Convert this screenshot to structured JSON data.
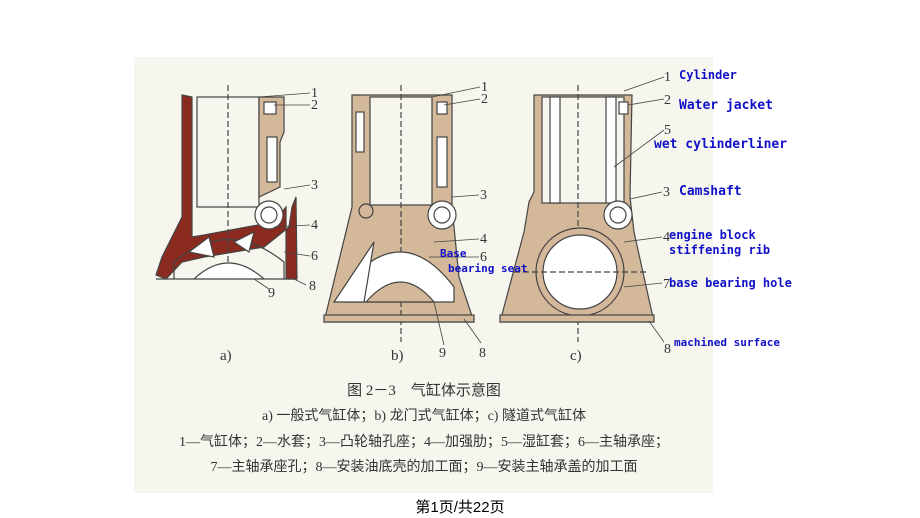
{
  "figure": {
    "caption_title": "图 2－3　气缸体示意图",
    "caption_sub": "a) 一般式气缸体；b) 龙门式气缸体；c) 隧道式气缸体",
    "legend_line1": "1—气缸体；2—水套；3—凸轮轴孔座；4—加强肋；5—湿缸套；6—主轴承座；",
    "legend_line2": "7—主轴承座孔；8—安装油底壳的加工面；9—安装主轴承盖的加工面",
    "panel_labels": [
      "a)",
      "b)",
      "c)"
    ],
    "numbers_a": [
      "1",
      "2",
      "3",
      "4",
      "6",
      "8",
      "9"
    ],
    "numbers_b": [
      "1",
      "2",
      "3",
      "4",
      "6",
      "9",
      "8"
    ],
    "numbers_c": [
      "1",
      "2",
      "5",
      "3",
      "4",
      "7",
      "8"
    ]
  },
  "callouts": {
    "cylinder": "Cylinder",
    "water_jacket": "Water jacket",
    "wet_liner": "wet cylinderliner",
    "camshaft": "Camshaft",
    "rib_line1": "engine block",
    "rib_line2": "stiffening rib",
    "bearing_hole": "base bearing hole",
    "machined": "machined surface",
    "base_seat_line1": "Base",
    "base_seat_line2": "bearing seat"
  },
  "colors": {
    "accent_red": "#8b2a1e",
    "body_tan": "#d4b89a",
    "callout_blue": "#1010c8"
  },
  "footer": {
    "page": "第1页/共22页"
  }
}
